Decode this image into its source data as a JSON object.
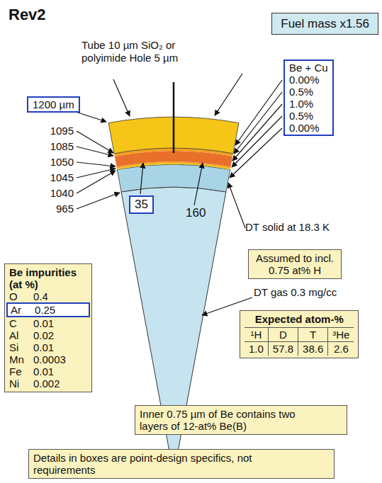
{
  "diagram": {
    "title": "Rev2",
    "nodes": [
      {
        "text": [
          "Fuel mass x1.56"
        ]
      },
      {
        "text": [
          "1200 µm"
        ]
      },
      {
        "text": [
          "Be + Cu",
          "0.00%",
          "0.5%",
          "1.0%",
          "0.5%",
          "0.00%"
        ]
      },
      {
        "text": [
          "35"
        ]
      },
      {
        "text": [
          "Be impurities (at %)",
          "O",
          "0.4",
          "C",
          "0.01",
          "Al",
          "0.02",
          "Si",
          "0.01",
          "Mn",
          "0.0003",
          "Fe",
          "0.01",
          "Ni",
          "0.002"
        ]
      },
      {
        "text": [
          "Ar",
          "0.25"
        ],
        "in": 4
      },
      {
        "text": [
          "Assumed to incl. 0.75 at% H"
        ]
      },
      {
        "text": [
          "Expected atom-%",
          "¹H",
          "D",
          "T",
          "³He",
          "1.0",
          "57.8",
          "38.6",
          "2.6"
        ]
      },
      {
        "text": [
          "Inner 0.75 µm of Be contains two layers of 12-at% Be(B)"
        ]
      },
      {
        "text": [
          "Details in boxes are point-design specifics, not requirements"
        ]
      }
    ],
    "edges": [],
    "labels": [
      "Tube 10 µm SiO₂ or polyimide Hole 5 µm",
      "1095",
      "1085",
      "1050",
      "1045",
      "1040",
      "965",
      "160",
      "DT solid at 18.3 K",
      "DT gas 0.3 mg/cc"
    ]
  }
}
